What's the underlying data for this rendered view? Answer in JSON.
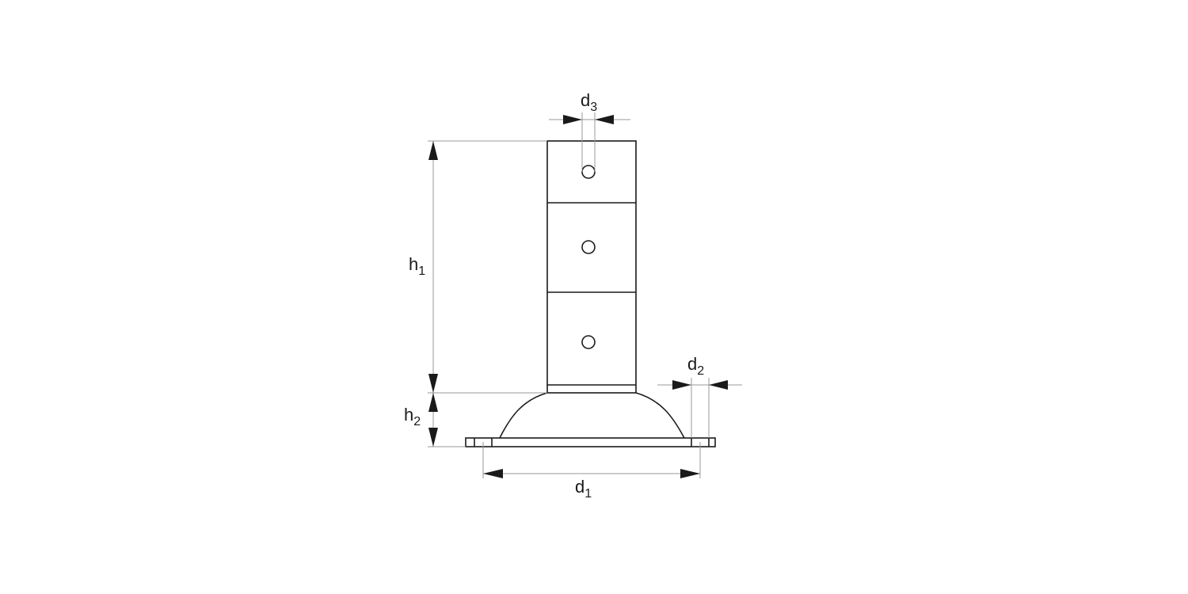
{
  "diagram": {
    "type": "technical-dimension-drawing",
    "subject": "post with base flange",
    "colors": {
      "outline": "#1a1a1a",
      "dimension_line": "#9a9a9a",
      "background": "#ffffff"
    },
    "dimensions": {
      "d1": {
        "base": "d",
        "sub": "1"
      },
      "d2": {
        "base": "d",
        "sub": "2"
      },
      "d3": {
        "base": "d",
        "sub": "3"
      },
      "h1": {
        "base": "h",
        "sub": "1"
      },
      "h2": {
        "base": "h",
        "sub": "2"
      }
    },
    "holes_count": 3
  }
}
